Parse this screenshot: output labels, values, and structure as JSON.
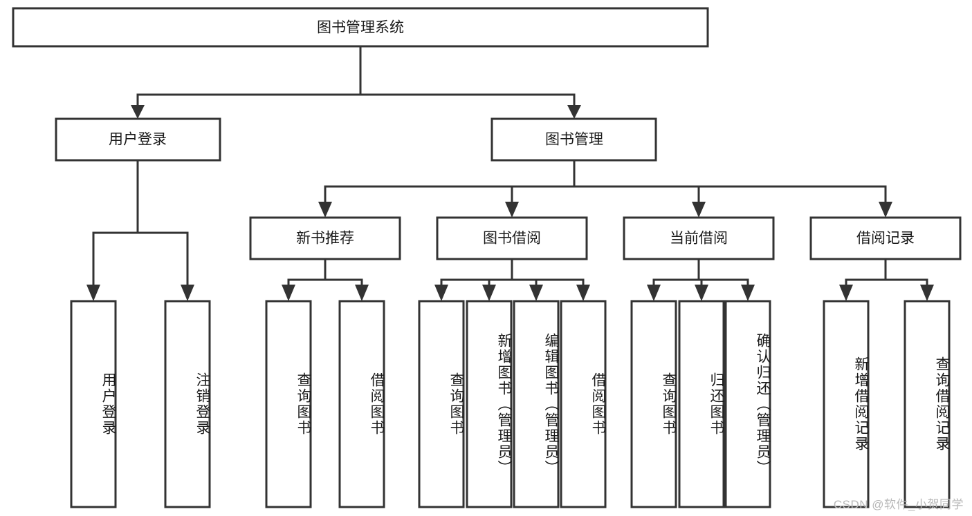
{
  "diagram": {
    "type": "tree-hierarchy",
    "title": "图书管理系统",
    "watermark": "CSDN @软件_小贺同学",
    "colors": {
      "background": "#ffffff",
      "node_fill": "#ffffff",
      "node_stroke": "#333333",
      "text": "#1a1a1a",
      "watermark": "#b8b8b8"
    },
    "root": {
      "label": "图书管理系统"
    },
    "level1": [
      {
        "label": "用户登录"
      },
      {
        "label": "图书管理"
      }
    ],
    "level2": [
      {
        "label": "新书推荐"
      },
      {
        "label": "图书借阅"
      },
      {
        "label": "当前借阅"
      },
      {
        "label": "借阅记录"
      }
    ],
    "leaves": {
      "user_login": [
        {
          "label": "用户登录"
        },
        {
          "label": "注销登录"
        }
      ],
      "new_book_recommend": [
        {
          "label": "查询图书"
        },
        {
          "label": "借阅图书"
        }
      ],
      "book_borrow": [
        {
          "label": "查询图书"
        },
        {
          "label": "新增图书（管理员）"
        },
        {
          "label": "编辑图书（管理员）"
        },
        {
          "label": "借阅图书"
        }
      ],
      "current_borrow": [
        {
          "label": "查询图书"
        },
        {
          "label": "归还图书"
        },
        {
          "label": "确认归还（管理员）"
        }
      ],
      "borrow_record": [
        {
          "label": "新增借阅记录"
        },
        {
          "label": "查询借阅记录"
        }
      ]
    }
  }
}
